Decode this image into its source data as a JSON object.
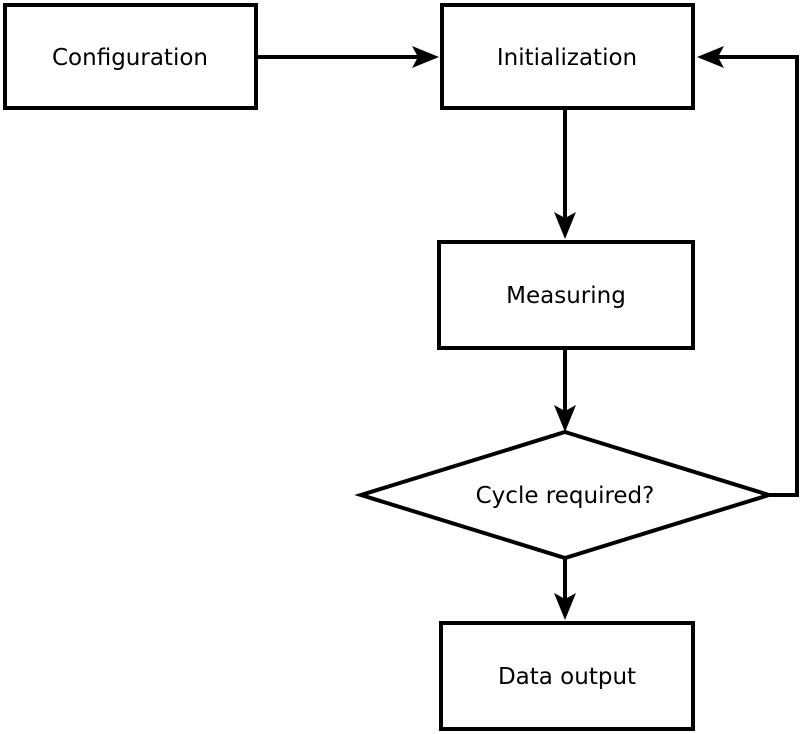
{
  "diagram": {
    "type": "flowchart",
    "colors": {
      "background": "#ffffff",
      "node_fill": "#ffffff",
      "stroke": "#000000",
      "text": "#000000"
    },
    "nodes": [
      {
        "id": "configuration",
        "label": "Configuration",
        "shape": "rectangle"
      },
      {
        "id": "initialization",
        "label": "Initialization",
        "shape": "rectangle"
      },
      {
        "id": "measuring",
        "label": "Measuring",
        "shape": "rectangle"
      },
      {
        "id": "cycle-required",
        "label": "Cycle required?",
        "shape": "diamond"
      },
      {
        "id": "data-output",
        "label": "Data output",
        "shape": "rectangle"
      }
    ],
    "edges": [
      {
        "from": "configuration",
        "to": "initialization",
        "direction": "right"
      },
      {
        "from": "initialization",
        "to": "measuring",
        "direction": "down"
      },
      {
        "from": "measuring",
        "to": "cycle-required",
        "direction": "down"
      },
      {
        "from": "cycle-required",
        "to": "data-output",
        "direction": "down"
      },
      {
        "from": "cycle-required",
        "to": "initialization",
        "direction": "loop-right-up-left"
      }
    ]
  }
}
